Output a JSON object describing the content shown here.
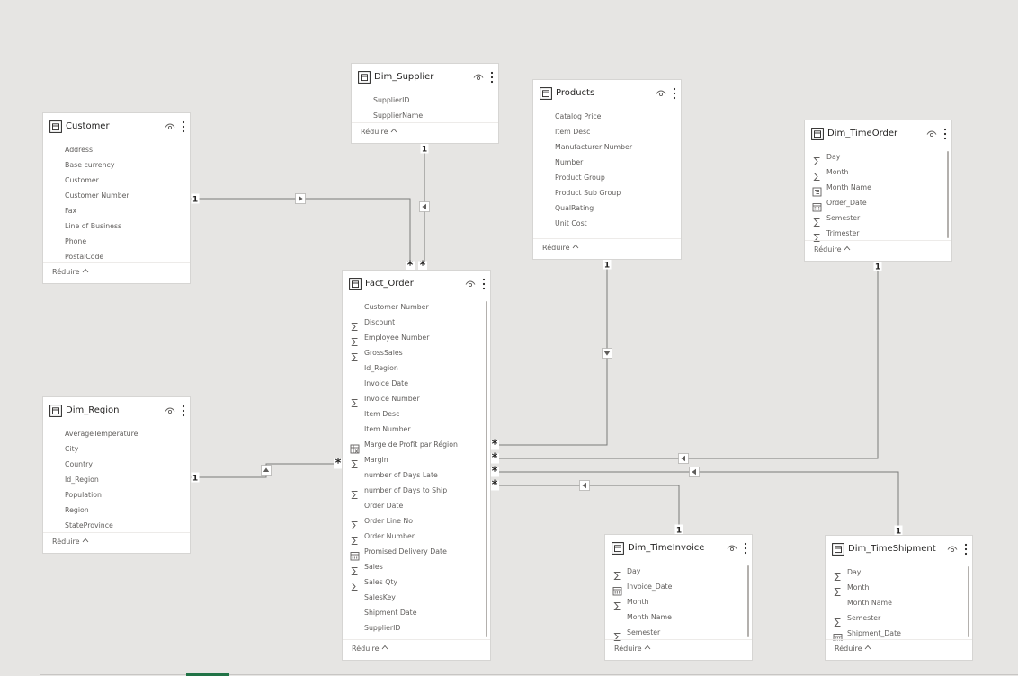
{
  "colors": {
    "canvas": "#e6e5e3",
    "card_border": "#d6d5d3",
    "line": "#7a7a7a",
    "text": "#252423",
    "field_text": "#605e5c",
    "tab_accent": "#217346"
  },
  "tables": [
    {
      "id": "customer",
      "title": "Customer",
      "collapse_label": "Réduire",
      "scrollbar": false,
      "fields": [
        {
          "name": "Address",
          "icon": "none"
        },
        {
          "name": "Base currency",
          "icon": "none"
        },
        {
          "name": "Customer",
          "icon": "none"
        },
        {
          "name": "Customer Number",
          "icon": "none"
        },
        {
          "name": "Fax",
          "icon": "none"
        },
        {
          "name": "Line of Business",
          "icon": "none"
        },
        {
          "name": "Phone",
          "icon": "none"
        },
        {
          "name": "PostalCode",
          "icon": "none"
        }
      ]
    },
    {
      "id": "dim-supplier",
      "title": "Dim_Supplier",
      "collapse_label": "Réduire",
      "scrollbar": false,
      "fields": [
        {
          "name": "SupplierID",
          "icon": "none"
        },
        {
          "name": "SupplierName",
          "icon": "none"
        }
      ]
    },
    {
      "id": "products",
      "title": "Products",
      "collapse_label": "Réduire",
      "scrollbar": false,
      "fields": [
        {
          "name": "Catalog Price",
          "icon": "none"
        },
        {
          "name": "Item Desc",
          "icon": "none"
        },
        {
          "name": "Manufacturer Number",
          "icon": "none"
        },
        {
          "name": "Number",
          "icon": "none"
        },
        {
          "name": "Product Group",
          "icon": "none"
        },
        {
          "name": "Product Sub Group",
          "icon": "none"
        },
        {
          "name": "QualRating",
          "icon": "none"
        },
        {
          "name": "Unit Cost",
          "icon": "none"
        }
      ]
    },
    {
      "id": "dim-timeorder",
      "title": "Dim_TimeOrder",
      "collapse_label": "Réduire",
      "scrollbar": true,
      "fields": [
        {
          "name": "Day",
          "icon": "sigma"
        },
        {
          "name": "Month",
          "icon": "sigma"
        },
        {
          "name": "Month Name",
          "icon": "hierarchy"
        },
        {
          "name": "Order_Date",
          "icon": "calendar"
        },
        {
          "name": "Semester",
          "icon": "sigma"
        },
        {
          "name": "Trimester",
          "icon": "sigma"
        }
      ]
    },
    {
      "id": "fact-order",
      "title": "Fact_Order",
      "collapse_label": "Réduire",
      "scrollbar": true,
      "fields": [
        {
          "name": "Customer Number",
          "icon": "none"
        },
        {
          "name": "Discount",
          "icon": "sigma"
        },
        {
          "name": "Employee Number",
          "icon": "sigma"
        },
        {
          "name": "GrossSales",
          "icon": "sigma"
        },
        {
          "name": "Id_Region",
          "icon": "none"
        },
        {
          "name": "Invoice Date",
          "icon": "none"
        },
        {
          "name": "Invoice Number",
          "icon": "sigma"
        },
        {
          "name": "Item Desc",
          "icon": "none"
        },
        {
          "name": "Item Number",
          "icon": "none"
        },
        {
          "name": "Marge de Profit par Région",
          "icon": "measure"
        },
        {
          "name": "Margin",
          "icon": "sigma"
        },
        {
          "name": "number of Days Late",
          "icon": "none"
        },
        {
          "name": "number of Days to Ship",
          "icon": "sigma"
        },
        {
          "name": "Order Date",
          "icon": "none"
        },
        {
          "name": "Order Line No",
          "icon": "sigma"
        },
        {
          "name": "Order Number",
          "icon": "sigma"
        },
        {
          "name": "Promised Delivery Date",
          "icon": "calendar"
        },
        {
          "name": "Sales",
          "icon": "sigma"
        },
        {
          "name": "Sales Qty",
          "icon": "sigma"
        },
        {
          "name": "SalesKey",
          "icon": "none"
        },
        {
          "name": "Shipment Date",
          "icon": "none"
        },
        {
          "name": "SupplierID",
          "icon": "none"
        }
      ]
    },
    {
      "id": "dim-region",
      "title": "Dim_Region",
      "collapse_label": "Réduire",
      "scrollbar": false,
      "fields": [
        {
          "name": "AverageTemperature",
          "icon": "none"
        },
        {
          "name": "City",
          "icon": "none"
        },
        {
          "name": "Country",
          "icon": "none"
        },
        {
          "name": "Id_Region",
          "icon": "none"
        },
        {
          "name": "Population",
          "icon": "none"
        },
        {
          "name": "Region",
          "icon": "none"
        },
        {
          "name": "StateProvince",
          "icon": "none"
        }
      ]
    },
    {
      "id": "dim-timeinvoice",
      "title": "Dim_TimeInvoice",
      "collapse_label": "Réduire",
      "scrollbar": true,
      "fields": [
        {
          "name": "Day",
          "icon": "sigma"
        },
        {
          "name": "Invoice_Date",
          "icon": "calendar"
        },
        {
          "name": "Month",
          "icon": "sigma"
        },
        {
          "name": "Month Name",
          "icon": "none"
        },
        {
          "name": "Semester",
          "icon": "sigma"
        }
      ]
    },
    {
      "id": "dim-timeshipment",
      "title": "Dim_TimeShipment",
      "collapse_label": "Réduire",
      "scrollbar": true,
      "fields": [
        {
          "name": "Day",
          "icon": "sigma"
        },
        {
          "name": "Month",
          "icon": "sigma"
        },
        {
          "name": "Month Name",
          "icon": "none"
        },
        {
          "name": "Semester",
          "icon": "sigma"
        },
        {
          "name": "Shipment_Date",
          "icon": "calendar"
        }
      ]
    }
  ],
  "relationships": [
    {
      "from": "customer",
      "to": "fact-order",
      "from_cardinality": "1",
      "to_cardinality": "*"
    },
    {
      "from": "dim-supplier",
      "to": "fact-order",
      "from_cardinality": "1",
      "to_cardinality": "*"
    },
    {
      "from": "products",
      "to": "fact-order",
      "from_cardinality": "1",
      "to_cardinality": "*"
    },
    {
      "from": "dim-timeorder",
      "to": "fact-order",
      "from_cardinality": "1",
      "to_cardinality": "*"
    },
    {
      "from": "dim-region",
      "to": "fact-order",
      "from_cardinality": "1",
      "to_cardinality": "*"
    },
    {
      "from": "dim-timeinvoice",
      "to": "fact-order",
      "from_cardinality": "1",
      "to_cardinality": "*"
    },
    {
      "from": "dim-timeshipment",
      "to": "fact-order",
      "from_cardinality": "1",
      "to_cardinality": "*"
    }
  ]
}
